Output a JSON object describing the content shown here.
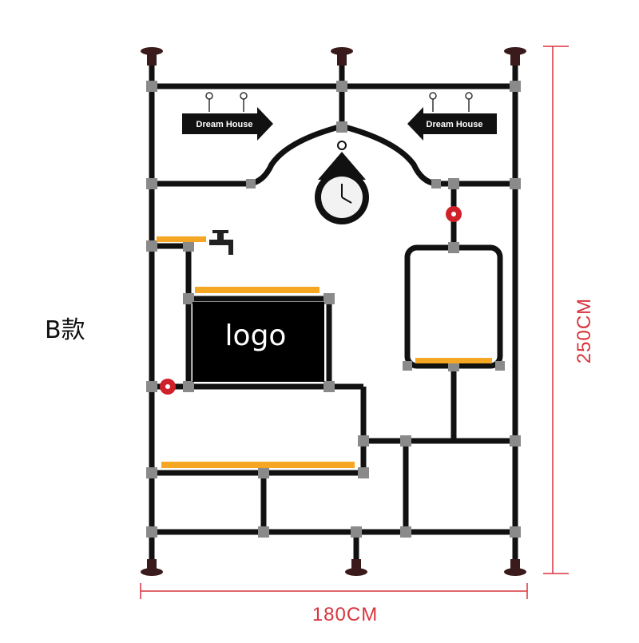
{
  "variant_label": "B款",
  "dimensions": {
    "width": "180CM",
    "height": "250CM"
  },
  "signs": {
    "left_text": "Dream House",
    "right_text": "Dream House"
  },
  "logo_text": "logo",
  "colors": {
    "pipe": "#111111",
    "fitting": "#8a8a8a",
    "shelf": "#f5a623",
    "valve": "#d0202a",
    "dimension": "#d8343c",
    "panel": "#000000"
  }
}
